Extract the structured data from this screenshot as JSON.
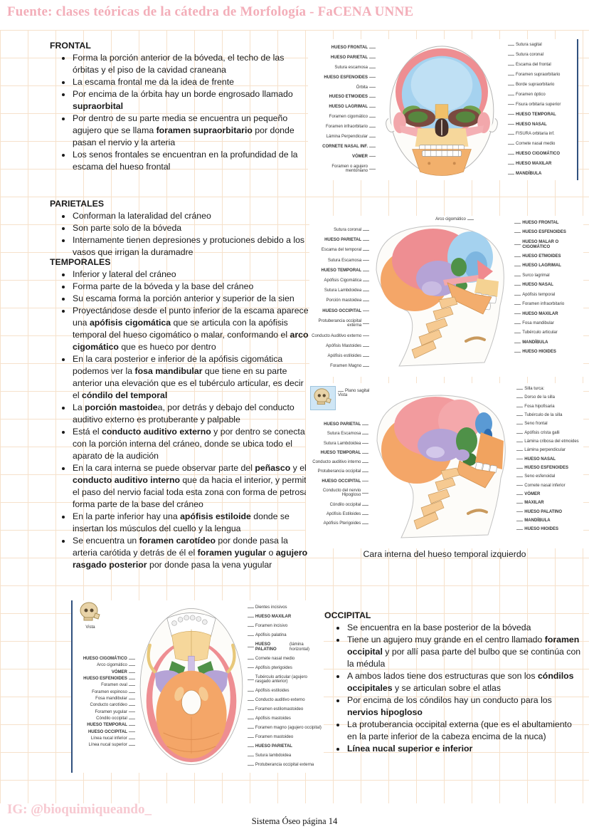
{
  "page": {
    "header": "Fuente: clases teóricas de la cátedra de Morfología - FaCENA UNNE",
    "footer_ig": "IG: @bioquimiqueando_",
    "footer_page": "Sistema Óseo página 14"
  },
  "legend_colors": {
    "hueso_frontal": "#a5d2ef",
    "hueso_parietal": "#ee8e92",
    "hueso_temporal": "#b5a3d6",
    "hueso_occipital": "#f4a668",
    "hueso_esfenoides": "#4f9148",
    "hueso_maxilar": "#f6d79b",
    "mandibula": "#f2b06c",
    "header_pink": "#f3aeb9",
    "margin_line_blue": "#30507e"
  },
  "sections": {
    "frontal": {
      "heading": "FRONTAL",
      "bullets": [
        "Forma la porción anterior de la bóveda, el techo de las órbitas y el piso de la cavidad craneana",
        "La escama frontal me da la idea de frente",
        "Por encima de la órbita hay un borde engrosado llamado **supraorbital**",
        "Por dentro de su parte media se encuentra un pequeño agujero que se llama **foramen supraorbitario** por donde pasan el nervio y la arteria",
        "Los senos frontales se encuentran en la profundidad de la escama del hueso frontal"
      ]
    },
    "parietales": {
      "heading": "PARIETALES",
      "bullets": [
        "Conforman la lateralidad del cráneo",
        "Son parte solo de la bóveda",
        "Internamente tienen depresiones y protuciones debido a los vasos que irrigan la duramadre"
      ]
    },
    "temporales": {
      "heading": "TEMPORALES",
      "bullets": [
        "Inferior y lateral del cráneo",
        "Forma parte de la bóveda y la base del cráneo",
        "Su escama forma la porción anterior y superior de la sien",
        "Proyectándose desde el punto inferior de la escama aparece una **apófisis cigomática**  que se articula con la apófisis temporal del hueso cigomático o malar, conformando el **arco cigomático** que es hueco por dentro",
        "En la cara posterior e inferior de la apófisis cigomática podemos ver la **fosa mandibular** que tiene en su parte anterior una elevación que es el tubérculo articular, es decir el **cóndilo del temporal**",
        "La **porción mastoide**a, por detrás y debajo del conducto auditivo externo es protuberante y palpable",
        "Está el **conducto auditivo externo** y por dentro se conecta con la porción interna del cráneo, donde se ubica todo el aparato de la audición",
        "En la cara interna se puede observar parte del **peñasco** y el **conducto auditivo interno** que da hacia el interior, y permite el paso del nervio facial toda esta zona con forma de petrosa forma parte de la base del cráneo",
        "En la parte inferior hay una **apófisis estiloide** donde se insertan los músculos del cuello y la lengua",
        "Se encuentra un **foramen carotídeo** por donde pasa la arteria carótida y detrás de él el **foramen yugular** o **agujero rasgado posterior** por donde pasa la vena yugular"
      ]
    },
    "occipital": {
      "heading": "OCCIPITAL",
      "bullets": [
        "Se encuentra en la base posterior de la bóveda",
        "Tiene un agujero muy grande en el centro llamado **foramen occipital** y por allí pasa parte del bulbo que se continúa con la médula",
        "A ambos lados tiene dos estructuras que son los **cóndilos occipitales** y se articulan sobre el atlas",
        "Por encima de los cóndilos hay un conducto para los **nervios hipogloso**",
        "La protuberancia occipital externa (que es el abultamiento en la parte inferior de la cabeza encima de la nuca)",
        "**Línea nucal superior e inferior**"
      ]
    }
  },
  "diagrams": {
    "frontal_view": {
      "left_labels": [
        "**HUESO FRONTAL**",
        "**HUESO PARIETAL**",
        "Sutura escamosa",
        "**HUESO ESFENOIDES**",
        "Órbita",
        "**HUESO ETMOIDES**",
        "**HUESO LAGRIMAL**",
        "Foramen cigomático",
        "Foramen infraorbitario",
        "Lámina Perpendicular",
        "**CORNETE NASAL INF.**",
        "**VÓMER**",
        "Foramen o agujero mentoniano"
      ],
      "right_labels": [
        "Sutura sagital",
        "Sutura coronal",
        "Escama del frontal",
        "Foramen supraorbitario",
        "Borde supraorbitario",
        "Foramen óptico",
        "Fisura orbitaria superior",
        "**HUESO TEMPORAL**",
        "**HUESO NASAL**",
        "FISURA orbitaria inf.",
        "Cornete nasal medio",
        "**HUESO CIGOMÁTICO**",
        "**HUESO MAXILAR**",
        "**MANDÍBULA**"
      ]
    },
    "lateral_view": {
      "top_label": "Arco cigomático",
      "left_labels": [
        "Sutura coronal",
        "**HUESO PARIETAL**",
        "Escama del temporal",
        "Sutura Escamosa",
        "**HUESO TEMPORAL**",
        "Apófisis Cigomática",
        "Sutura Lambdoidea",
        "Porción mastoidea",
        "**HUESO OCCIPITAL**",
        "Protuberancia occipital externa",
        "Conducto Auditivo externo",
        "Apófisis Mastoides",
        "Apófisis estiloides",
        "Foramen Magno"
      ],
      "right_labels": [
        "**HUESO FRONTAL**",
        "**HUESO ESFENOIDES**",
        "**HUESO MALAR O CIGOMÁTICO**",
        "**HUESO ETMOIDES**",
        "**HUESO LAGRIMAL**",
        "Surco lagrimal",
        "**HUESO NASAL**",
        "Apófisis temporal",
        "Foramen infraorbitario",
        "**HUESO MAXILAR**",
        "Fosa mandibular",
        "Tubérculo articular",
        "**MANDÍBULA**",
        "**HUESO HIOIDES**"
      ]
    },
    "sagittal_view": {
      "inset_plane": "Plano sagital",
      "inset_view": "Vista",
      "caption": "Cara interna del hueso temporal izquierdo",
      "left_labels": [
        "**HUESO PARIETAL**",
        "Sutura Escamosa",
        "Sutura Lambdoidea",
        "**HUESO TEMPORAL**",
        "Conducto auditivo interno",
        "Protuberancia occipital",
        "**HUESO OCCIPITAL**",
        "Conducto del nervio Hipogloso",
        "Cóndilo occipital",
        "Apófisis Estiloides",
        "Apófisis Pterigoides"
      ],
      "right_labels": [
        "Silla turca:",
        "Dorso de la silla",
        "Fosa hipofisaria",
        "Tubérculo de la silla",
        "Seno frontal",
        "Apófisis crista galli",
        "Lámina cribosa del etmoides",
        "Lámina perpendicular",
        "**HUESO NASAL**",
        "**HUESO ESFENOIDES**",
        "Seno esfenoidal",
        "Cornete nasal inferior",
        "**VÓMER**",
        "**MAXILAR**",
        "**HUESO PALATINO**",
        "**MANDÍBULA**",
        "**HUESO HIOIDES**"
      ]
    },
    "inferior_view": {
      "inset_view": "Vista",
      "left_labels": [
        "**HUESO CIGOMÁTICO**",
        "Arco cigomático",
        "**VÓMER**",
        "**HUESO ESFENOIDES**",
        "Foramen oval",
        "Foramen espinoso",
        "Fosa mandibular",
        "Conducto carotídeo",
        "Foramen yugular",
        "Cóndilo occipital",
        "**HUESO TEMPORAL**",
        "**HUESO OCCIPITAL**",
        "Línea nucal inferior",
        "Línea nucal superior"
      ],
      "right_labels": [
        "Dientes incisivos",
        "**HUESO MAXILAR**",
        "Foramen incisivo",
        "Apófisis palatina",
        "**HUESO PALATINO** (lámina horizontal)",
        "Cornete nasal medio",
        "Apófisis pterigoides",
        "Tubérculo articular (agujero rasgado anterior)",
        "Apófisis estiloides",
        "Conducto auditivo externo",
        "Foramen estilomastoideo",
        "Apófisis mastoides",
        "Foramen magno (agujero occipital)",
        "Foramen mastoideo",
        "**HUESO PARIETAL**",
        "Sutura lambdoidea",
        "Protuberancia occipital externa"
      ]
    }
  }
}
